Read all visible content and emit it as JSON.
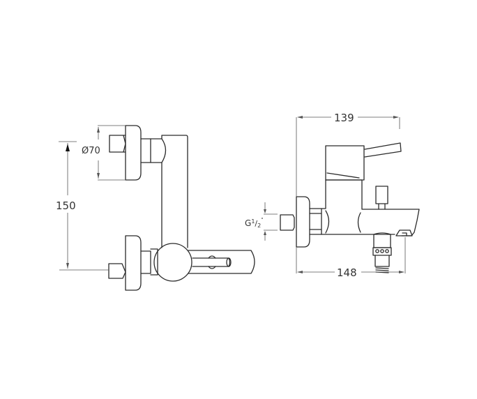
{
  "drawing": {
    "subject": "wall-mounted bath/shower mixer",
    "views": [
      "front",
      "side"
    ],
    "line_color": "#2a2a2a",
    "background": "#ffffff"
  },
  "dimensions": {
    "flange_diameter": "Ø70",
    "height": "150",
    "width_top": "139",
    "width_bottom": "148",
    "thread_g": "G",
    "thread_num": "1",
    "thread_slash": "/",
    "thread_den": "2",
    "thread_mark": "\""
  }
}
